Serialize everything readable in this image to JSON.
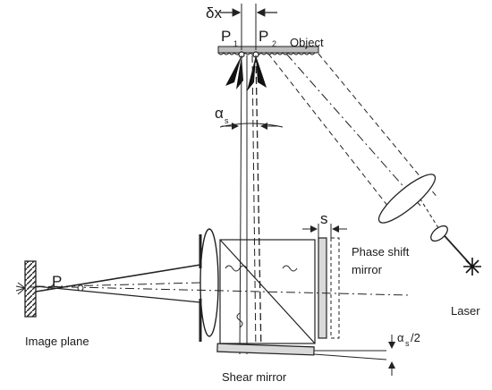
{
  "labels": {
    "delta_x": "δx",
    "p1_main": "P",
    "p1_sub": "1",
    "p2_main": "P",
    "p2_sub": "2",
    "object": "Object",
    "alpha_main": "α",
    "alpha_sub": "s",
    "s": "s",
    "phase_shift_line1": "Phase  shift",
    "phase_shift_line2": "mirror",
    "p": "P",
    "laser": "Laser",
    "image_plane": "Image plane",
    "shear_mirror": "Shear mirror",
    "alpha_half_main": "α",
    "alpha_half_sub": "s",
    "alpha_half_frac": "/2"
  },
  "colors": {
    "ink": "#222222",
    "mirror_fill": "#d9d9d9",
    "background": "#ffffff"
  }
}
